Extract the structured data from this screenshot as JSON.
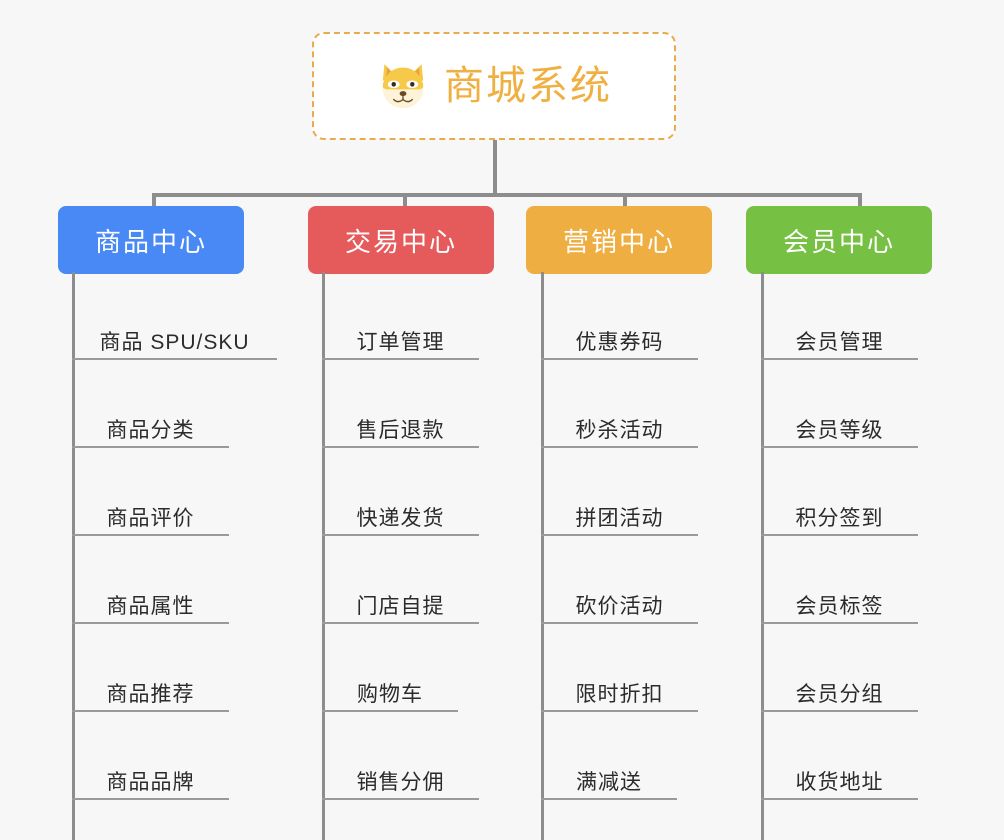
{
  "root": {
    "title": "商城系统",
    "icon": "dog-face-emoji",
    "title_color": "#efaf41",
    "border_color": "#e9ab4b",
    "background": "#ffffff"
  },
  "canvas": {
    "background": "#f7f7f7",
    "connector_color": "#8d8d8d",
    "leaf_rule_color": "#9a9a9a",
    "leaf_text_color": "#2b2b2b"
  },
  "branches": [
    {
      "label": "商品中心",
      "color": "#4889f5",
      "leaves": [
        "商品 SPU/SKU",
        "商品分类",
        "商品评价",
        "商品属性",
        "商品推荐",
        "商品品牌"
      ]
    },
    {
      "label": "交易中心",
      "color": "#e55b5b",
      "leaves": [
        "订单管理",
        "售后退款",
        "快递发货",
        "门店自提",
        "购物车",
        "销售分佣"
      ]
    },
    {
      "label": "营销中心",
      "color": "#eeae41",
      "leaves": [
        "优惠券码",
        "秒杀活动",
        "拼团活动",
        "砍价活动",
        "限时折扣",
        "满减送"
      ]
    },
    {
      "label": "会员中心",
      "color": "#76c043",
      "leaves": [
        "会员管理",
        "会员等级",
        "积分签到",
        "会员标签",
        "会员分组",
        "收货地址"
      ]
    }
  ]
}
